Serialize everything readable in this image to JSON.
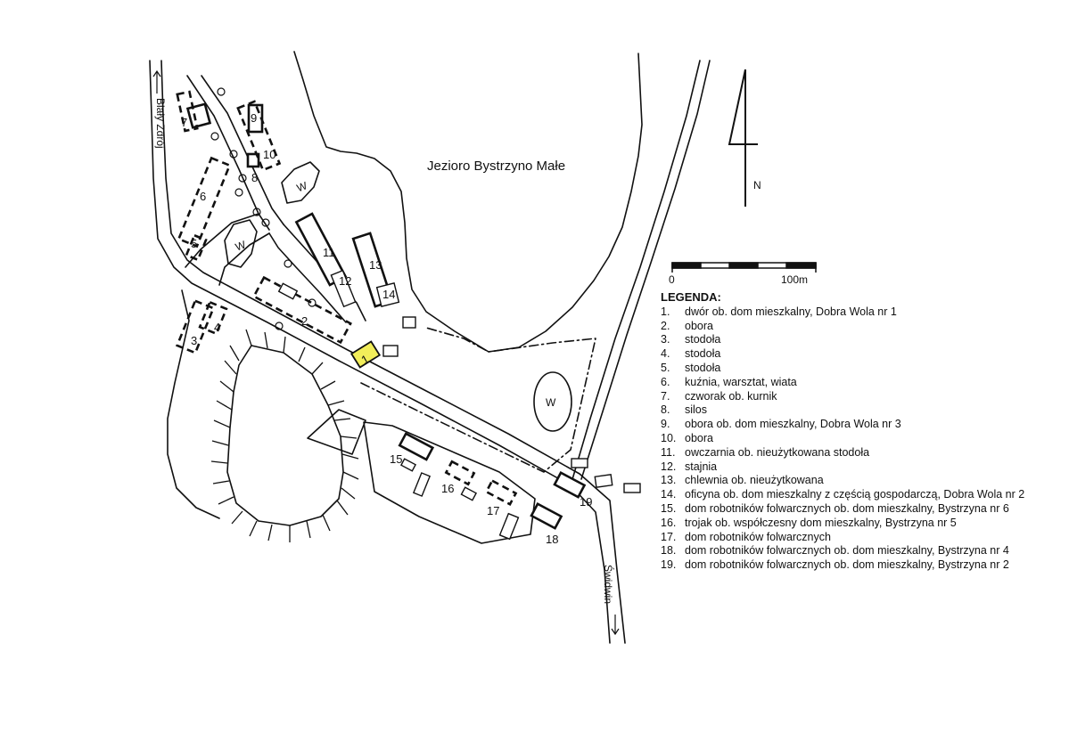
{
  "map": {
    "lake_label": "Jezioro Bystrzyno Małe",
    "north_label": "N",
    "scale": {
      "start_label": "0",
      "end_label": "100m"
    },
    "road_labels": {
      "northwest": "Biały Zdrój",
      "southeast": "Świdwin"
    },
    "water_label": "W",
    "building_numbers": [
      "1",
      "2",
      "3",
      "4",
      "5",
      "6",
      "7",
      "8",
      "9",
      "10",
      "11",
      "12",
      "13",
      "14",
      "15",
      "16",
      "17",
      "18",
      "19"
    ],
    "highlight_color": "#f2ee5a"
  },
  "legend": {
    "title": "LEGENDA:",
    "items": [
      {
        "num": "1.",
        "text": "dwór ob. dom mieszkalny, Dobra Wola nr 1"
      },
      {
        "num": "2.",
        "text": "obora"
      },
      {
        "num": "3.",
        "text": "stodoła"
      },
      {
        "num": "4.",
        "text": "stodoła"
      },
      {
        "num": "5.",
        "text": "stodoła"
      },
      {
        "num": "6.",
        "text": "kuźnia, warsztat, wiata"
      },
      {
        "num": "7.",
        "text": "czworak ob. kurnik"
      },
      {
        "num": "8.",
        "text": "silos"
      },
      {
        "num": "9.",
        "text": "obora ob. dom mieszkalny, Dobra Wola nr 3"
      },
      {
        "num": "10.",
        "text": "obora"
      },
      {
        "num": "11.",
        "text": "owczarnia ob. nieużytkowana stodoła"
      },
      {
        "num": "12.",
        "text": "stajnia"
      },
      {
        "num": "13.",
        "text": "chlewnia ob. nieużytkowana"
      },
      {
        "num": "14.",
        "text": "oficyna ob. dom mieszkalny z częścią gospodarczą, Dobra Wola nr 2"
      },
      {
        "num": "15.",
        "text": "dom robotników folwarcznych ob. dom mieszkalny, Bystrzyna nr 6"
      },
      {
        "num": "16.",
        "text": "trojak ob. współczesny dom mieszkalny, Bystrzyna nr 5"
      },
      {
        "num": "17.",
        "text": "dom robotników folwarcznych"
      },
      {
        "num": "18.",
        "text": "dom robotników folwarcznych ob. dom mieszkalny, Bystrzyna nr 4"
      },
      {
        "num": "19.",
        "text": "dom robotników folwarcznych ob. dom mieszkalny, Bystrzyna nr 2"
      }
    ]
  }
}
